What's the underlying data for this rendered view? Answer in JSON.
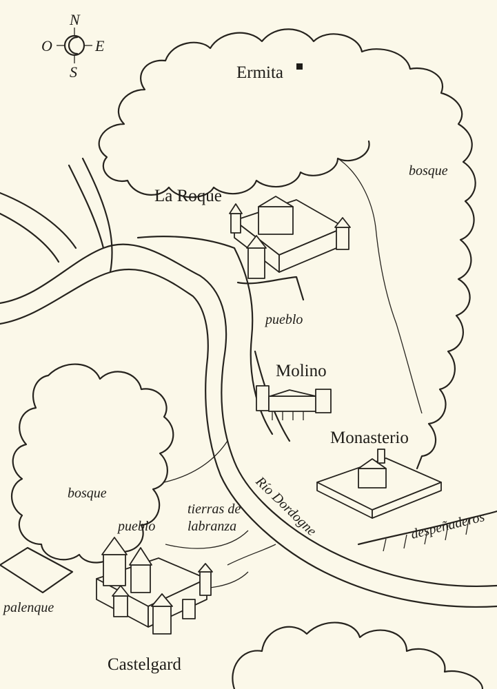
{
  "compass": {
    "north": "N",
    "south": "S",
    "east": "E",
    "west": "O"
  },
  "places": {
    "ermita": "Ermita",
    "la_roque": "La Roque",
    "molino": "Molino",
    "monasterio": "Monasterio",
    "castelgard": "Castelgard"
  },
  "areas": {
    "bosque_east": "bosque",
    "bosque_west": "bosque",
    "pueblo_north": "pueblo",
    "pueblo_south": "pueblo",
    "tierras_line1": "tierras de",
    "tierras_line2": "labranza",
    "palenque": "palenque",
    "despenaderos": "despeñaderos"
  },
  "river": {
    "name": "Río Dordogne"
  }
}
